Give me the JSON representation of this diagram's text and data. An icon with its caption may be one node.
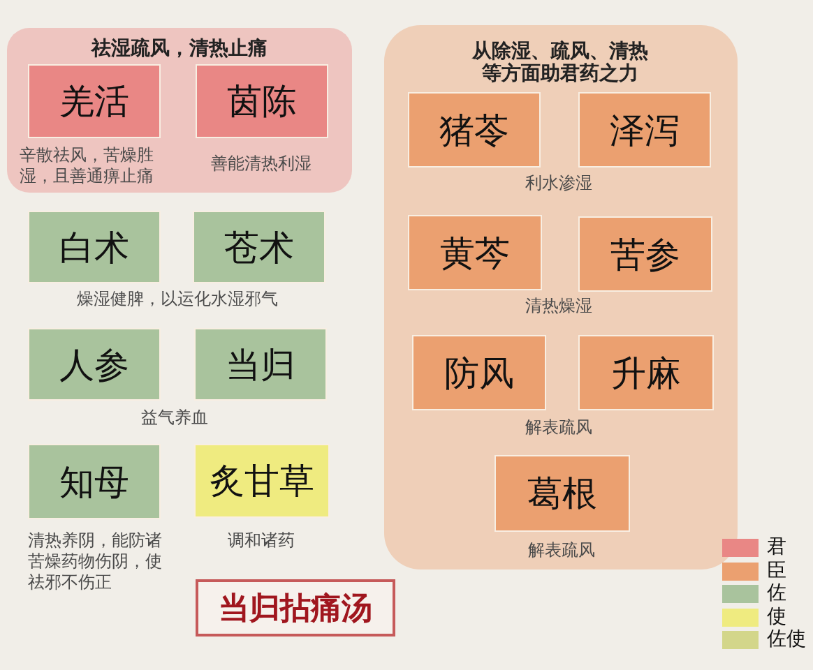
{
  "diagram": {
    "title": "当归拈痛汤",
    "nodes": [
      {
        "text": [
          "祛湿疏风，清热止痛"
        ]
      },
      {
        "text": [
          "羌活"
        ],
        "in": 0,
        "beside": [
          "辛散祛风，苦燥胜湿，且善通痹止痛"
        ]
      },
      {
        "text": [
          "茵陈"
        ],
        "in": 0,
        "beside": [
          "善能清热利湿"
        ]
      },
      {
        "text": [
          "白术"
        ]
      },
      {
        "text": [
          "苍术"
        ]
      },
      {
        "text": [
          "人参"
        ]
      },
      {
        "text": [
          "当归"
        ]
      },
      {
        "text": [
          "知母"
        ],
        "beside": [
          "清热养阴，能防诸苦燥药物伤阴，使祛邪不伤正"
        ]
      },
      {
        "text": [
          "炙甘草"
        ],
        "beside": [
          "调和诸药"
        ]
      },
      {
        "text": [
          "从除湿、疏风、清热等方面助君药之力"
        ]
      },
      {
        "text": [
          "猪苓"
        ],
        "in": 9
      },
      {
        "text": [
          "泽泻"
        ],
        "in": 9
      },
      {
        "text": [
          "黄芩"
        ],
        "in": 9
      },
      {
        "text": [
          "苦参"
        ],
        "in": 9
      },
      {
        "text": [
          "防风"
        ],
        "in": 9
      },
      {
        "text": [
          "升麻"
        ],
        "in": 9
      },
      {
        "text": [
          "葛根"
        ],
        "in": 9,
        "beside": [
          "解表疏风"
        ]
      }
    ],
    "edges": [],
    "labels": [
      "燥湿健脾，以运化水湿邪气",
      "益气养血",
      "利水渗湿",
      "清热燥湿",
      "解表疏风"
    ],
    "legend": [
      {
        "text": "君",
        "color": "#e98785"
      },
      {
        "text": "臣",
        "color": "#eba070"
      },
      {
        "text": "佐",
        "color": "#a9c39d"
      },
      {
        "text": "使",
        "color": "#efeb80"
      },
      {
        "text": "佐使",
        "color": "#d3d68a"
      }
    ]
  }
}
